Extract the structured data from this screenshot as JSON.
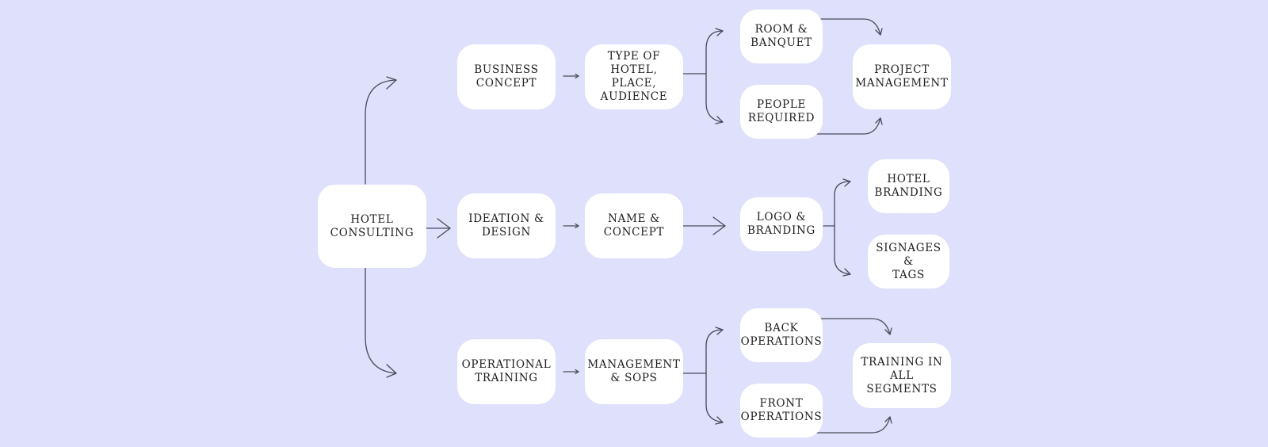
{
  "nodes": {
    "hotel_consulting": "HOTEL\nCONSULTING",
    "business_concept": "BUSINESS\nCONCEPT",
    "type_of_hotel": "TYPE OF\nHOTEL, PLACE,\nAUDIENCE",
    "room_banquet": "ROOM &\nBANQUET",
    "people_required": "PEOPLE\nREQUIRED",
    "project_management": "PROJECT\nMANAGEMENT",
    "ideation_design": "IDEATION &\nDESIGN",
    "name_concept": "NAME &\nCONCEPT",
    "logo_branding": "LOGO &\nBRANDING",
    "hotel_branding": "HOTEL\nBRANDING",
    "signages_tags": "SIGNAGES &\nTAGS",
    "operational_training": "OPERATIONAL\nTRAINING",
    "management_sops": "MANAGEMENT\n& SOPS",
    "back_operations": "BACK\nOPERATIONS",
    "front_operations": "FRONT\nOPERATIONS",
    "training_all_segments": "TRAINING IN\nALL SEGMENTS"
  },
  "colors": {
    "background": "#dfe0fb",
    "node_fill": "#ffffff",
    "text": "#1d1d1d",
    "arrow": "#4a4a5a"
  }
}
